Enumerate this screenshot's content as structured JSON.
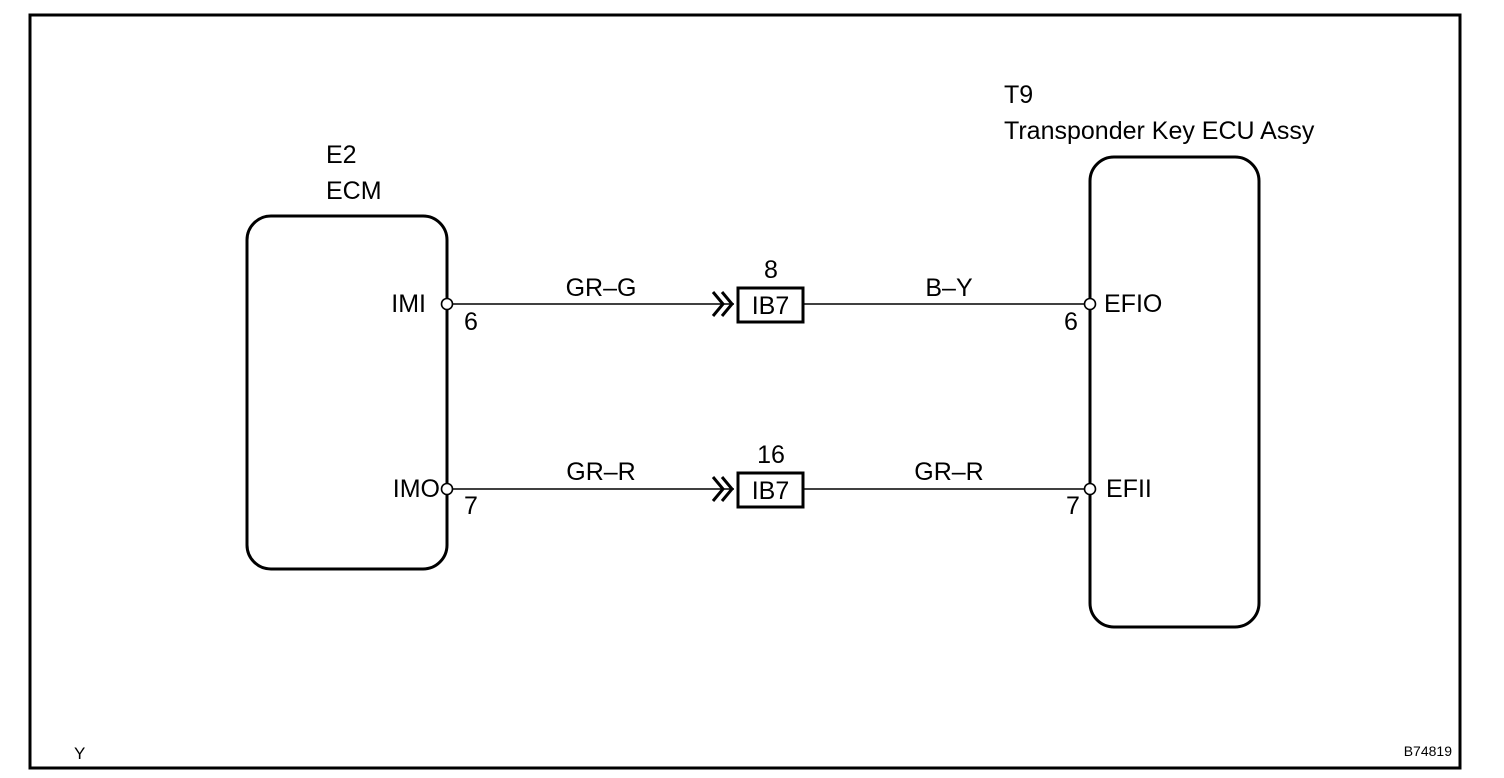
{
  "components": [
    {
      "code": "E2",
      "name": "ECM"
    },
    {
      "code": "T9",
      "name": "Transponder Key ECU Assy"
    }
  ],
  "circuits": [
    {
      "left_terminal": "IMI",
      "left_pin": "6",
      "left_wire": "GR–G",
      "connector": "IB7",
      "connector_pin": "8",
      "right_wire": "B–Y",
      "right_pin": "6",
      "right_terminal": "EFIO"
    },
    {
      "left_terminal": "IMO",
      "left_pin": "7",
      "left_wire": "GR–R",
      "connector": "IB7",
      "connector_pin": "16",
      "right_wire": "GR–R",
      "right_pin": "7",
      "right_terminal": "EFII"
    }
  ],
  "footer": {
    "left_mark": "Y",
    "figure_id": "B74819"
  }
}
